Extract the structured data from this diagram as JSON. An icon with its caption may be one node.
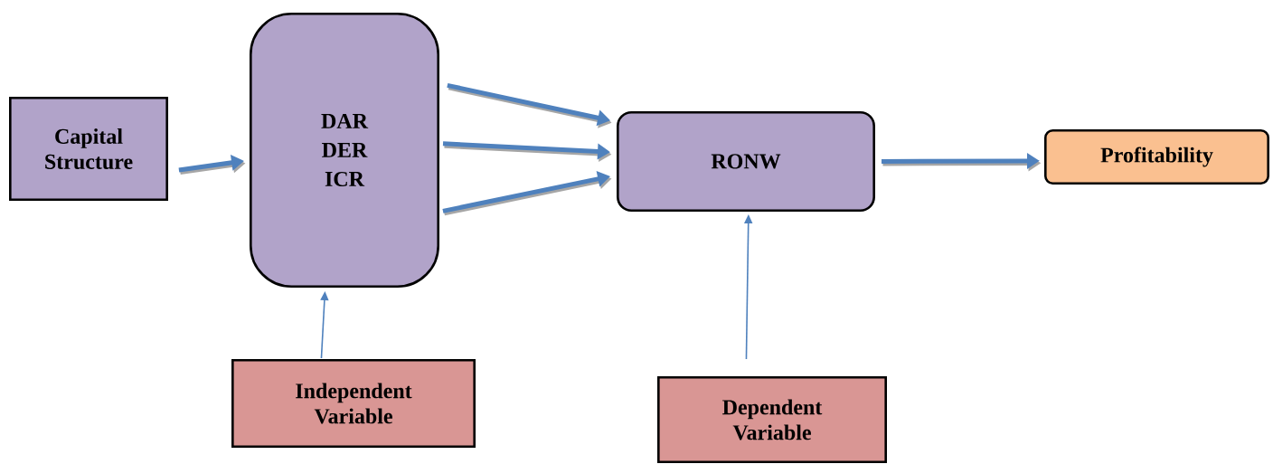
{
  "diagram": {
    "nodes": [
      {
        "text": [
          "Capital Structure"
        ]
      },
      {
        "text": [
          "DAR",
          "DER",
          "ICR"
        ]
      },
      {
        "text": [
          "RONW"
        ]
      },
      {
        "text": [
          "Profitability"
        ]
      },
      {
        "text": [
          "Independent Variable"
        ]
      },
      {
        "text": [
          "Dependent Variable"
        ]
      }
    ],
    "edges": [
      {
        "from": 0,
        "to": 1,
        "arrow": "to"
      },
      {
        "from": 1,
        "to": 2,
        "arrow": "to"
      },
      {
        "from": 1,
        "to": 2,
        "arrow": "to"
      },
      {
        "from": 1,
        "to": 2,
        "arrow": "to"
      },
      {
        "from": 2,
        "to": 3,
        "arrow": "to"
      },
      {
        "from": 4,
        "to": 1,
        "arrow": "to"
      },
      {
        "from": 5,
        "to": 2,
        "arrow": "to"
      }
    ]
  }
}
